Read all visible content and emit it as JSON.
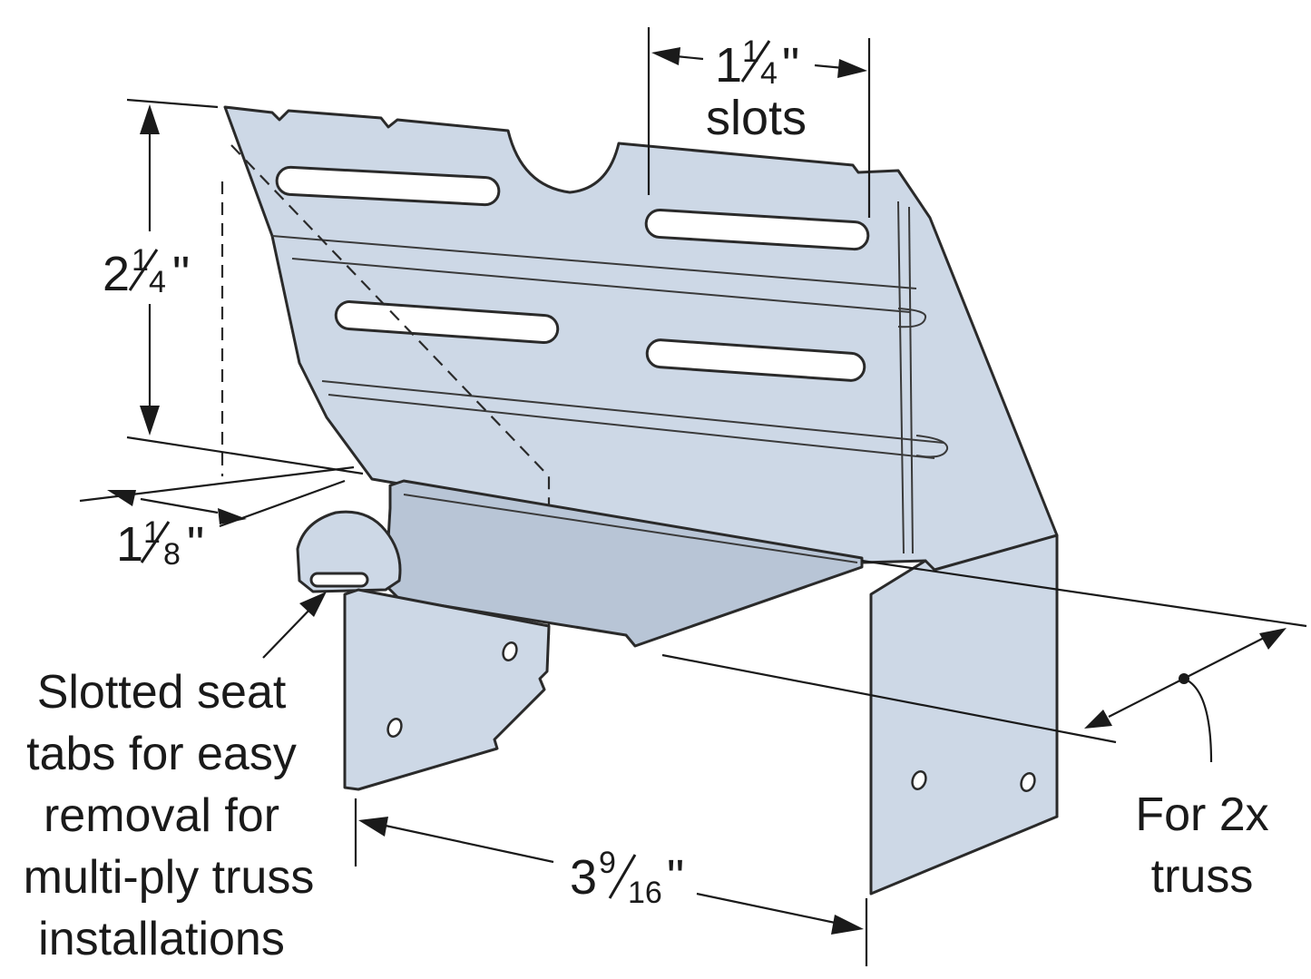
{
  "dimensions": {
    "slot_width_whole": "1",
    "slot_width_frac_num": "1",
    "slot_width_frac_den": "4",
    "slot_width_unit": "\"",
    "slot_width_word": "slots",
    "height_whole": "2",
    "height_frac_num": "1",
    "height_frac_den": "4",
    "height_unit": "\"",
    "seat_width_whole": "1",
    "seat_width_frac_num": "1",
    "seat_width_frac_den": "8",
    "seat_width_unit": "\"",
    "depth_whole": "3",
    "depth_frac_num": "9",
    "depth_frac_den": "16",
    "depth_unit": "\""
  },
  "callouts": {
    "seat_tabs_lines": [
      "Slotted seat",
      "tabs for easy",
      "removal for",
      "multi-ply truss",
      "installations"
    ],
    "truss_lines": [
      "For 2x",
      "truss"
    ]
  },
  "colors": {
    "steel": "#cdd8e6",
    "outline": "#2a2a2a",
    "text": "#1a1a1a"
  }
}
